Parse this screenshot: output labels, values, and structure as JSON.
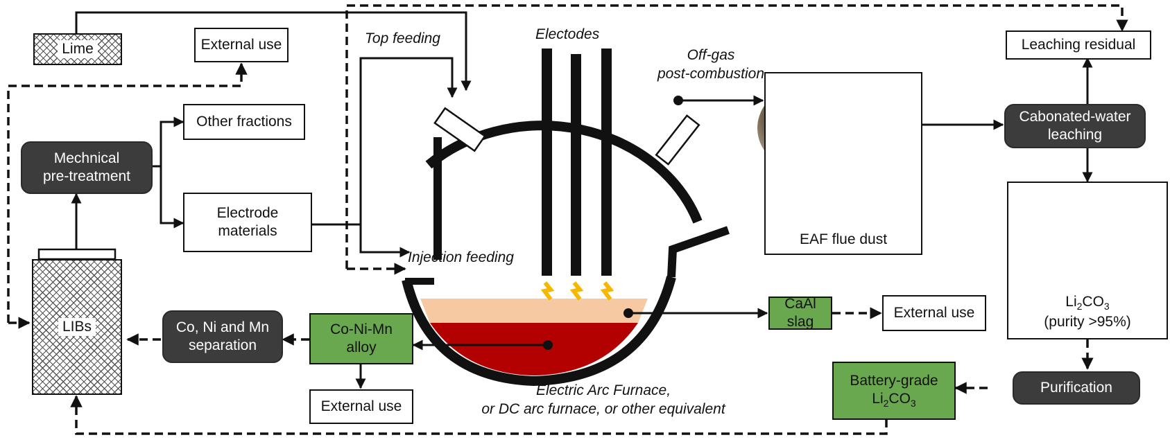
{
  "boxes": {
    "lime": "Lime",
    "external_use_top": "External use",
    "other_fractions": "Other fractions",
    "mechanical_pretreatment": [
      "Mechnical",
      "pre-treatment"
    ],
    "electrode_materials": [
      "Electrode",
      "materials"
    ],
    "libs": "LIBs",
    "co_ni_mn_separation": [
      "Co, Ni and Mn",
      "separation"
    ],
    "co_ni_mn_alloy": [
      "Co-Ni-Mn",
      "alloy"
    ],
    "external_use_bottom": "External use",
    "caal_slag": "CaAl slag",
    "external_use_slag": "External use",
    "leaching_residual": "Leaching residual",
    "carbonated_water_leaching": [
      "Cabonated-water",
      "leaching"
    ],
    "purification": "Purification",
    "battery_grade": [
      "Battery-grade",
      "Li",
      "2",
      "CO",
      "3"
    ]
  },
  "photos": {
    "flue_dust_caption": "EAF flue dust",
    "li2co3_caption": [
      "Li",
      "2",
      "CO",
      "3",
      "(purity >95%)"
    ]
  },
  "labels": {
    "top_feeding": "Top feeding",
    "electrodes": "Electodes",
    "off_gas": [
      "Off-gas",
      "post-combustion"
    ],
    "injection_feeding": "Injection feeding",
    "furnace_caption": [
      "Electric Arc Furnace,",
      "or DC arc furnace, or other equivalent"
    ]
  },
  "colors": {
    "dark_box": "#3c3c3c",
    "green_box": "#6aa84f",
    "slag_layer": "#f6c9a2",
    "metal_layer": "#b30000",
    "arc": "#f5b800",
    "dust": "#6b5a3e",
    "li2co3_powder": "#ece8d6"
  }
}
